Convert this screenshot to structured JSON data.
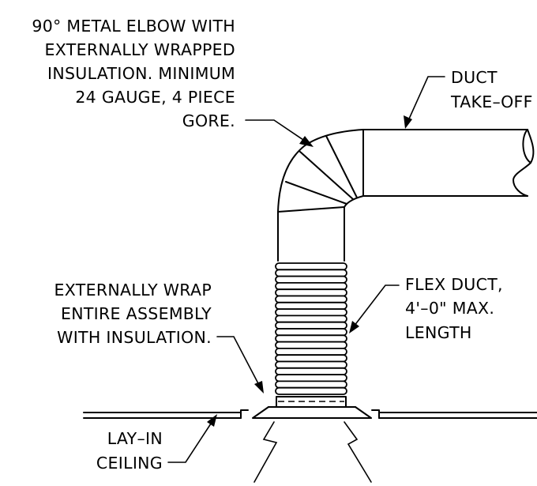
{
  "labels": {
    "elbow": [
      "90° METAL ELBOW WITH",
      "EXTERNALLY WRAPPED",
      "INSULATION.  MINIMUM",
      "24 GAUGE, 4 PIECE",
      "GORE."
    ],
    "takeoff": [
      "DUCT",
      "TAKE–OFF"
    ],
    "flex": [
      "FLEX DUCT,",
      "4'–0\" MAX.",
      "LENGTH"
    ],
    "wrap": [
      "EXTERNALLY WRAP",
      "ENTIRE ASSEMBLY",
      "WITH INSULATION."
    ],
    "ceiling": [
      "LAY–IN",
      "CEILING"
    ]
  }
}
